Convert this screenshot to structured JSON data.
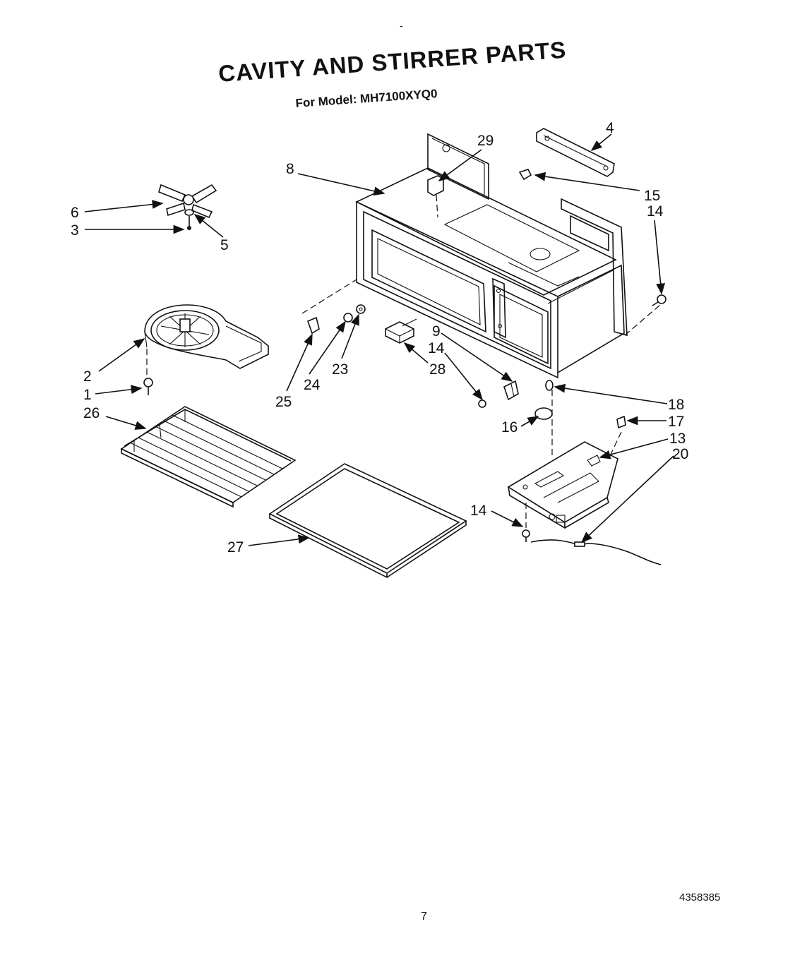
{
  "header": {
    "title": "CAVITY AND STIRRER PARTS",
    "subtitle": "For Model: MH7100XYQ0",
    "mark": "-"
  },
  "footer": {
    "doc_number": "4358385",
    "page_number": "7"
  },
  "callouts": [
    "1",
    "2",
    "3",
    "4",
    "5",
    "6",
    "8",
    "9",
    "13",
    "14",
    "14",
    "14",
    "14",
    "15",
    "16",
    "17",
    "18",
    "20",
    "23",
    "24",
    "25",
    "26",
    "27",
    "28",
    "29"
  ]
}
